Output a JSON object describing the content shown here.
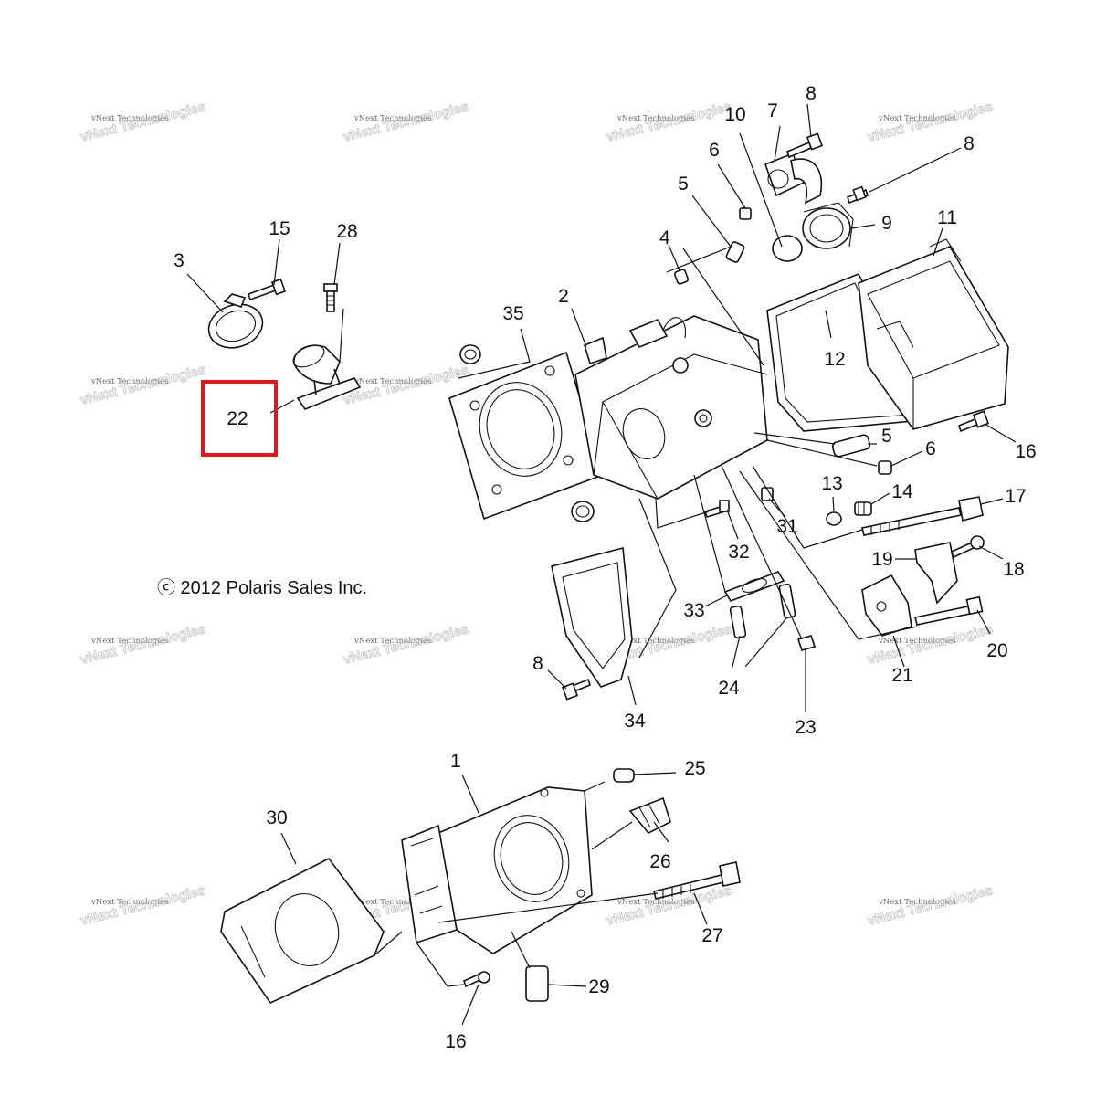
{
  "copyright": "ⓒ 2012 Polaris Sales Inc.",
  "watermark": {
    "line1": "vNext Technologies",
    "line2": "vNext Technologies"
  },
  "highlight_color": "#e3141b",
  "callouts": {
    "c1": "1",
    "c2": "2",
    "c3": "3",
    "c4": "4",
    "c5a": "5",
    "c5b": "5",
    "c6a": "6",
    "c6b": "6",
    "c7": "7",
    "c8a": "8",
    "c8b": "8",
    "c8c": "8",
    "c9": "9",
    "c10": "10",
    "c11": "11",
    "c12": "12",
    "c13": "13",
    "c14": "14",
    "c15": "15",
    "c16a": "16",
    "c16b": "16",
    "c17": "17",
    "c18": "18",
    "c19": "19",
    "c20": "20",
    "c21": "21",
    "c22": "22",
    "c23": "23",
    "c24": "24",
    "c25": "25",
    "c26": "26",
    "c27": "27",
    "c28": "28",
    "c29": "29",
    "c30": "30",
    "c31": "31",
    "c32": "32",
    "c33": "33",
    "c34": "34",
    "c35": "35"
  }
}
